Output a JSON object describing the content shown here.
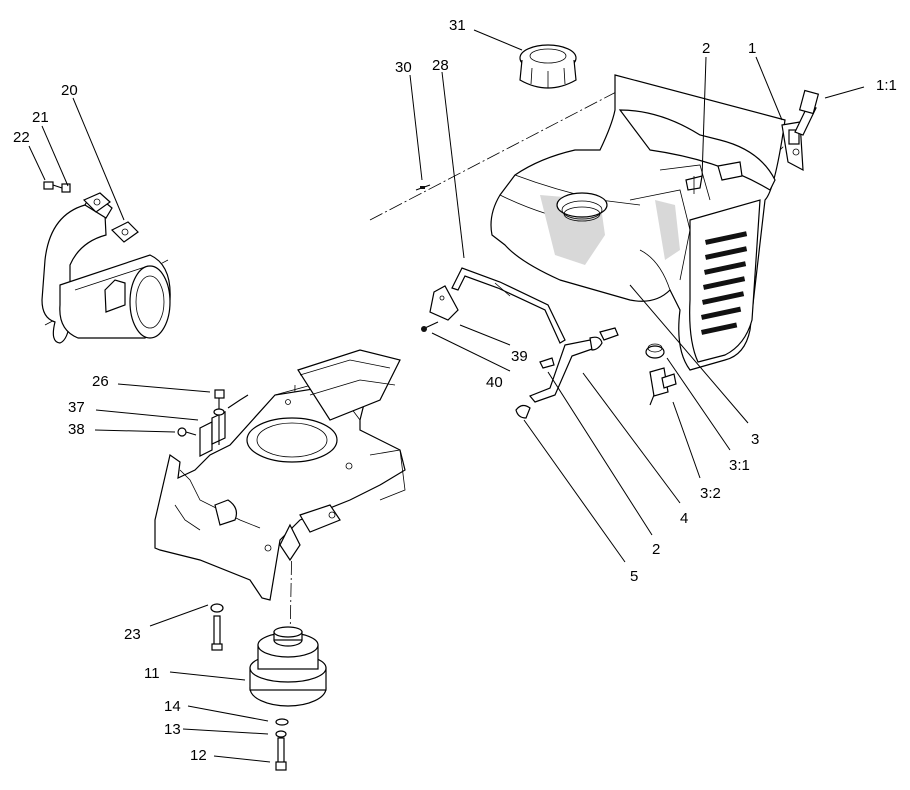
{
  "callouts": {
    "c1": "1",
    "c1_1": "1:1",
    "c2_top": "2",
    "c2_bot": "2",
    "c3": "3",
    "c3_1": "3:1",
    "c3_2": "3:2",
    "c4": "4",
    "c5": "5",
    "c11": "11",
    "c12": "12",
    "c13": "13",
    "c14": "14",
    "c20": "20",
    "c21": "21",
    "c22": "22",
    "c23": "23",
    "c26": "26",
    "c28": "28",
    "c30": "30",
    "c31": "31",
    "c37": "37",
    "c38": "38",
    "c39": "39",
    "c40": "40"
  }
}
